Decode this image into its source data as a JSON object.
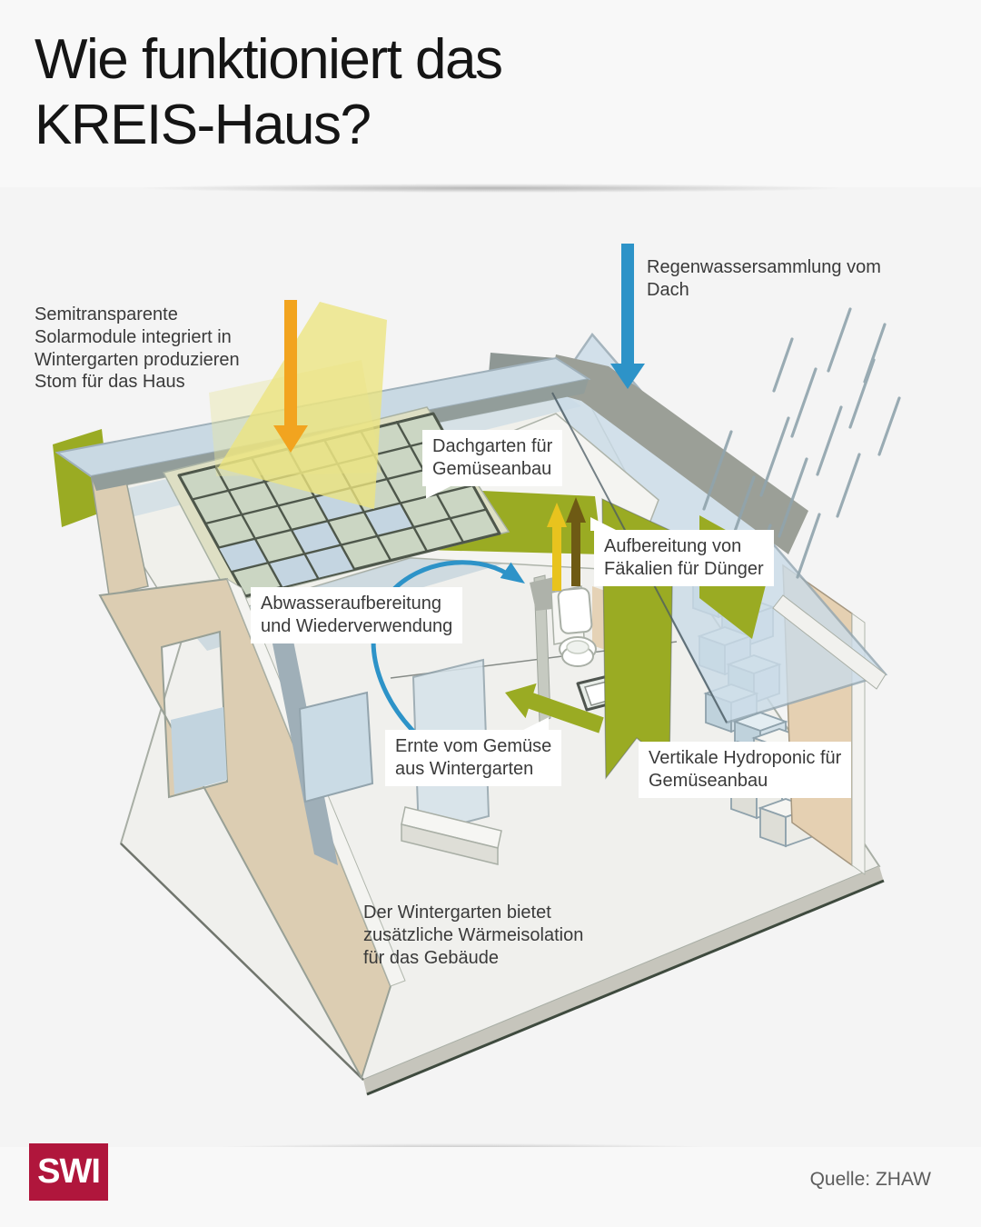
{
  "title": {
    "lines": [
      "Wie funktioniert das",
      "KREIS-Haus?"
    ]
  },
  "labels": {
    "solar": {
      "lines": [
        "Semitransparente",
        "Solarmodule integriert in",
        "Wintergarten produzieren",
        "Stom für das Haus"
      ]
    },
    "rain": {
      "lines": [
        "Regenwassersammlung vom",
        "Dach"
      ]
    },
    "roof_garden": {
      "lines": [
        "Dachgarten für",
        "Gemüseanbau"
      ]
    },
    "fertilizer": {
      "lines": [
        "Aufbereitung von",
        "Fäkalien für Dünger"
      ]
    },
    "wastewater": {
      "lines": [
        "Abwasseraufbereitung",
        "und Wiederverwendung"
      ]
    },
    "harvest": {
      "lines": [
        "Ernte vom Gemüse",
        "aus Wintergarten"
      ]
    },
    "hydroponics": {
      "lines": [
        "Vertikale Hydroponic für",
        "Gemüseanbau"
      ]
    },
    "insulation": {
      "lines": [
        "Der Wintergarten bietet",
        "zusätzliche Wärmeisolation",
        "für das Gebäude"
      ]
    }
  },
  "footer": {
    "logo_text": "SWI",
    "source": "Quelle: ZHAW"
  },
  "colors": {
    "background": "#f4f4f4",
    "band": "#f8f8f8",
    "title-text": "#151515",
    "label-text": "#3a3a3a",
    "label-bg": "#ffffff",
    "arrow-orange": "#f2a41f",
    "arrow-blue": "#2d93c8",
    "arrow-yellow": "#e8c31e",
    "arrow-brown": "#6e5a14",
    "accent-green": "#9aab23",
    "glass-blue": "#cbdce8",
    "wall-beige": "#dccdb2",
    "sunbeam-yellow": "#ece47f",
    "swi-red": "#b0163c",
    "source-text": "#5c5c5c"
  }
}
